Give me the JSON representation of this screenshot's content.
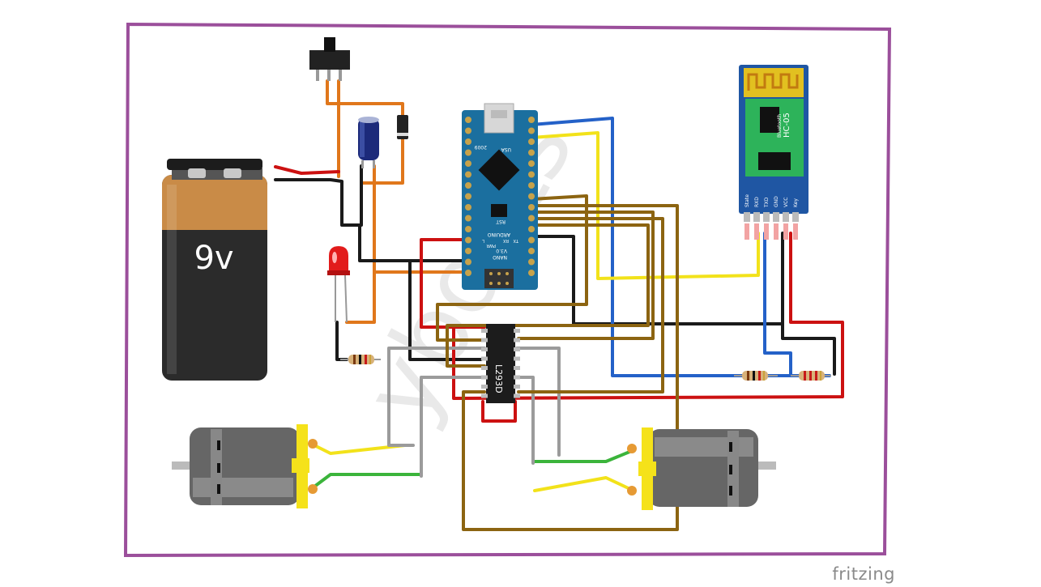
{
  "battery": {
    "label": "9v"
  },
  "arduino": {
    "name": "ARDUINO",
    "model": "NANO",
    "version": "V3.0",
    "usb": "USA",
    "year": "2009",
    "reset": "RST",
    "leds": [
      "PWR",
      "RX",
      "TX",
      "L"
    ]
  },
  "hc05": {
    "name": "HC-05",
    "sub": "Bluetooth",
    "pins": [
      "Key",
      "VCC",
      "GND",
      "TXD",
      "RXD",
      "State"
    ]
  },
  "ic": {
    "label": "L293D"
  },
  "watermark": "yboots",
  "brand": "fritzing",
  "colors": {
    "frame": "#9b4f9b",
    "red": "#cc1111",
    "black": "#1a1a1a",
    "orange": "#e0771b",
    "blue": "#2461c8",
    "yellow": "#f2e21a",
    "brown": "#8c6411",
    "gray": "#9b9b9b",
    "green": "#3bb43b",
    "board_blue": "#1b6f9f",
    "module_green": "#2db35a",
    "module_blue": "#1f56a3"
  }
}
